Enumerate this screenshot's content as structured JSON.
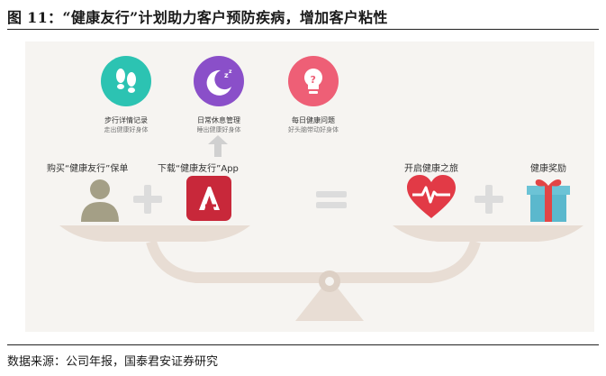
{
  "title": "图 11：“健康友行”计划助力客户预防疾病，增加客户粘性",
  "features": [
    {
      "name": "步行详情记录",
      "desc": "走出健康好身体",
      "icon": "footprints-icon",
      "color": "#2cc3b2"
    },
    {
      "name": "日常休息管理",
      "desc": "睡出健康好身体",
      "icon": "moon-sleep-icon",
      "color": "#8a4fc9"
    },
    {
      "name": "每日健康问题",
      "desc": "好头脑带动好身体",
      "icon": "lightbulb-question-icon",
      "color": "#ee5f76"
    }
  ],
  "left_labels": {
    "buy": "购买“健康友行”保单",
    "download": "下载“健康友行”App"
  },
  "right_labels": {
    "journey": "开启健康之旅",
    "reward": "健康奖励"
  },
  "colors": {
    "app_red": "#c8283a",
    "heart_red": "#e23a46",
    "gift_blue": "#5bb8cd",
    "gift_red": "#e24545",
    "scale_beige": "#e8ddd4",
    "user_gray": "#a49f86"
  },
  "source": "数据来源：公司年报，国泰君安证券研究"
}
